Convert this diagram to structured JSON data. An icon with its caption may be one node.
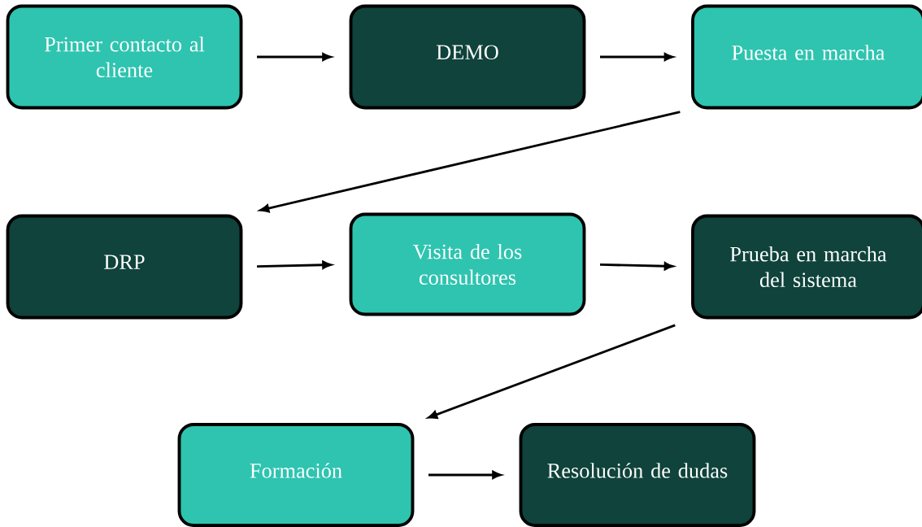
{
  "diagram": {
    "nodes": [
      {
        "text": [
          "Primer contacto al cliente"
        ]
      },
      {
        "text": [
          "DEMO"
        ]
      },
      {
        "text": [
          "Puesta en marcha"
        ]
      },
      {
        "text": [
          "DRP"
        ]
      },
      {
        "text": [
          "Visita de los consultores"
        ]
      },
      {
        "text": [
          "Prueba en marcha del sistema"
        ]
      },
      {
        "text": [
          "Formación"
        ]
      },
      {
        "text": [
          "Resolución de dudas"
        ]
      }
    ],
    "edges": [
      {
        "from": 0,
        "to": 1,
        "arrow": "to"
      },
      {
        "from": 1,
        "to": 2,
        "arrow": "to"
      },
      {
        "from": 2,
        "to": 3,
        "arrow": "to"
      },
      {
        "from": 3,
        "to": 4,
        "arrow": "to"
      },
      {
        "from": 4,
        "to": 5,
        "arrow": "to"
      },
      {
        "from": 5,
        "to": 6,
        "arrow": "to"
      },
      {
        "from": 6,
        "to": 7,
        "arrow": "to"
      }
    ]
  }
}
